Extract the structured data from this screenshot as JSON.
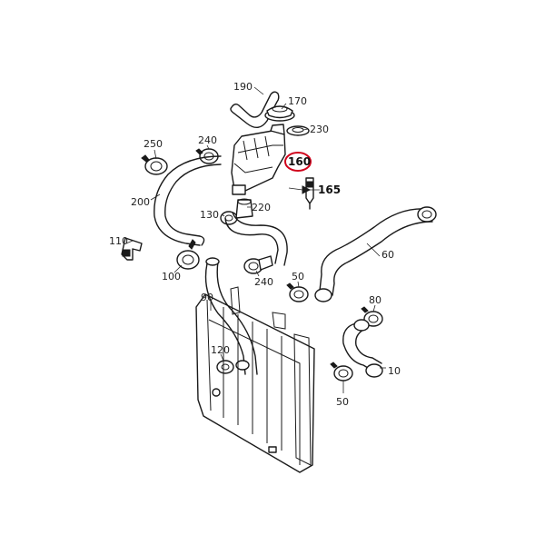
{
  "diagram": {
    "highlight_color": "#d0021b",
    "labels": {
      "p190": "190",
      "p170": "170",
      "p230": "230",
      "p250": "250",
      "p240a": "240",
      "p160": "160",
      "p165": "165",
      "p200": "200",
      "p130": "130",
      "p220": "220",
      "p60": "60",
      "p110": "110",
      "p100": "100",
      "p240b": "240",
      "p50a": "50",
      "p90": "90",
      "p80": "80",
      "p120": "120",
      "p10": "10",
      "p50b": "50"
    },
    "highlighted_part": "160"
  }
}
